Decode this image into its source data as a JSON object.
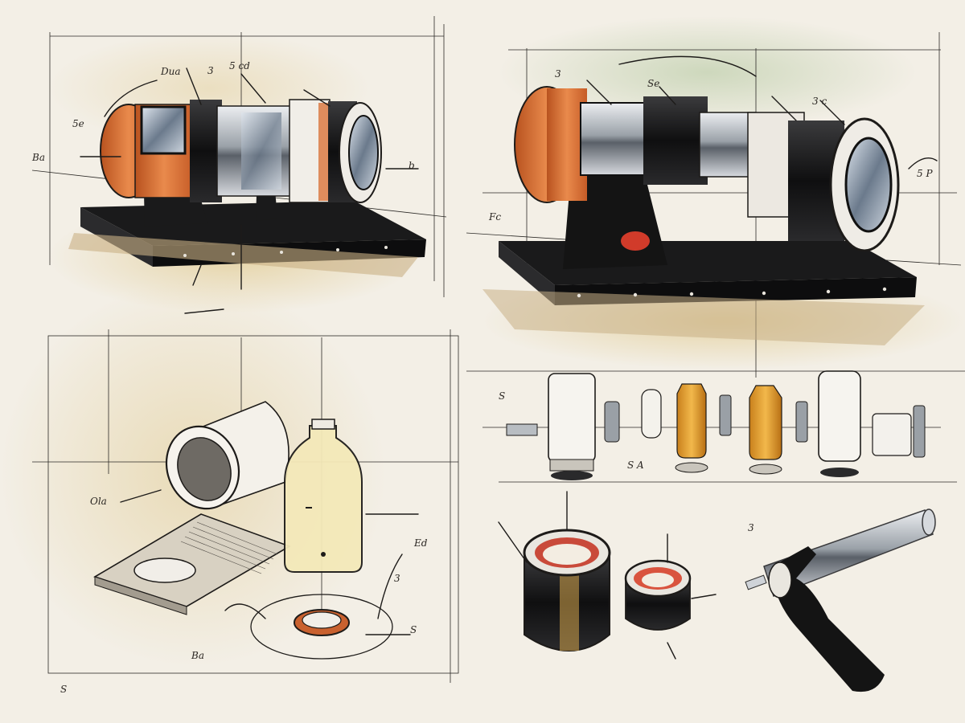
{
  "annotations": {
    "tl_1": "Dua",
    "tl_2": "3",
    "tl_3": "5 cd",
    "tl_4": "5e",
    "tl_5": "Ba",
    "tl_6": "b",
    "tr_1": "3",
    "tr_2": "Se",
    "tr_3": "3 c",
    "tr_4": "5 P",
    "tr_5": "Fc",
    "bl_1": "Ola",
    "bl_2": "Ed",
    "bl_3": "3",
    "bl_4": "Ba",
    "bl_5": "S",
    "br_1": "S",
    "br_2": "S A",
    "br_3": "3",
    "br_4": "S"
  },
  "colors": {
    "paper": "#f3efe6",
    "ink": "#1d1b19",
    "orange_accent": "#d9733a",
    "amber_fluid": "#e8a233",
    "red_ring": "#c94a3a",
    "chrome": "#c9ccd1",
    "wash_tan": "#e3d2a8",
    "wash_green": "#cdd6bd"
  },
  "icons": [
    "telescope-sketch",
    "bottle-sketch",
    "cylinder-cup-sketch",
    "tool-handle-sketch"
  ]
}
